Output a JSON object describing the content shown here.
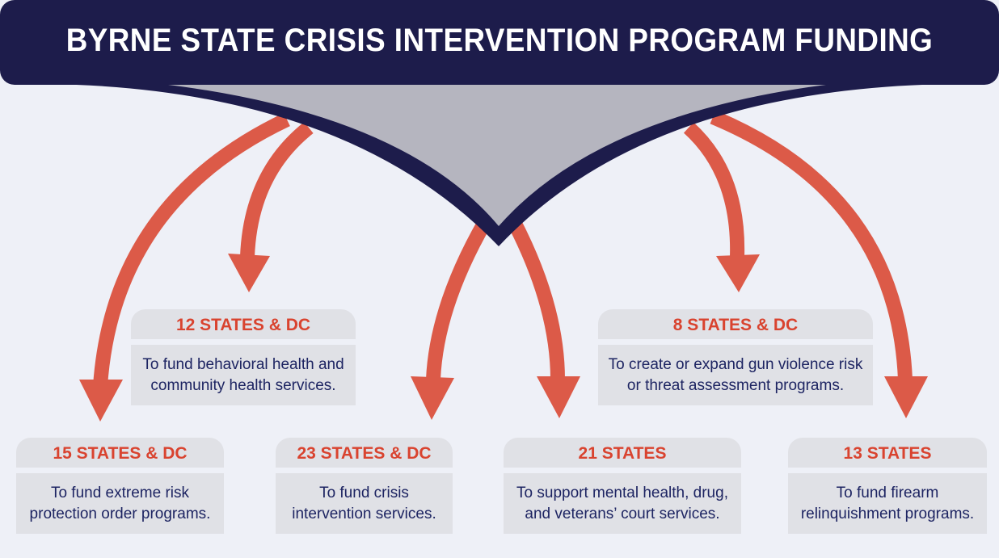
{
  "title": "BYRNE STATE CRISIS INTERVENTION PROGRAM FUNDING",
  "colors": {
    "navy": "#1d1c4b",
    "funnel_gray": "#b5b5bf",
    "arrow": "#dc5a48",
    "card": "#e0e1e6",
    "heading": "#d9432f",
    "text": "#1d2462"
  },
  "cards": [
    {
      "heading": "12 STATES & DC",
      "text": "To fund behavioral health and community health services."
    },
    {
      "heading": "8 STATES & DC",
      "text": "To create or expand gun violence risk or threat assessment programs."
    },
    {
      "heading": "15 STATES & DC",
      "text": "To fund extreme risk protection order programs."
    },
    {
      "heading": "23 STATES & DC",
      "text": "To fund crisis intervention services."
    },
    {
      "heading": "21 STATES",
      "text": "To support mental health, drug, and veterans’ court services."
    },
    {
      "heading": "13 STATES",
      "text": "To fund firearm relinquishment programs."
    }
  ]
}
